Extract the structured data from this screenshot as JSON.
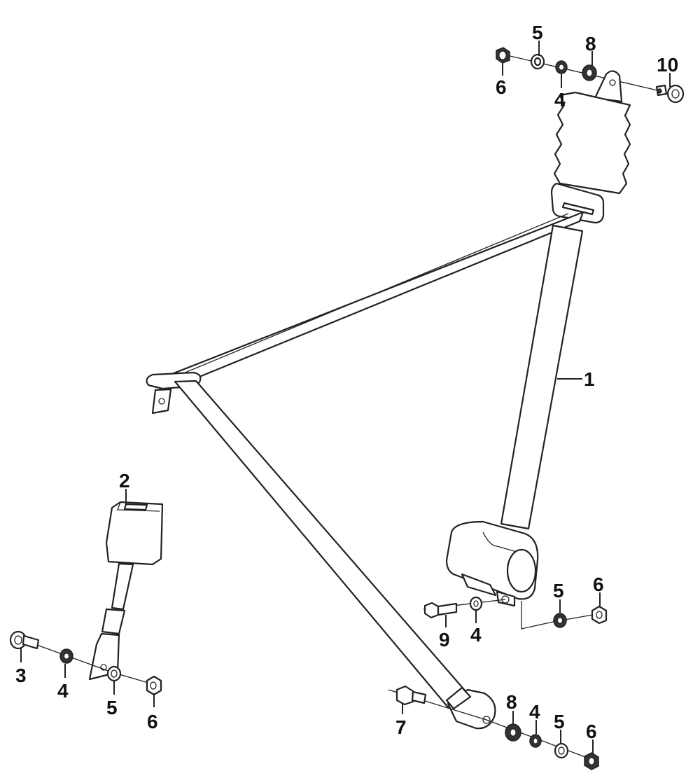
{
  "diagram": {
    "callouts": [
      {
        "id": "c-top-5",
        "text": "5"
      },
      {
        "id": "c-top-8",
        "text": "8"
      },
      {
        "id": "c-top-10",
        "text": "10"
      },
      {
        "id": "c-top-6",
        "text": "6"
      },
      {
        "id": "c-top-4",
        "text": "4"
      },
      {
        "id": "c-1",
        "text": "1"
      },
      {
        "id": "c-2",
        "text": "2"
      },
      {
        "id": "c-ret-6",
        "text": "6"
      },
      {
        "id": "c-ret-5",
        "text": "5"
      },
      {
        "id": "c-ret-9",
        "text": "9"
      },
      {
        "id": "c-ret-4",
        "text": "4"
      },
      {
        "id": "c-buckle-3",
        "text": "3"
      },
      {
        "id": "c-buckle-4",
        "text": "4"
      },
      {
        "id": "c-buckle-5",
        "text": "5"
      },
      {
        "id": "c-buckle-6",
        "text": "6"
      },
      {
        "id": "c-low-7",
        "text": "7"
      },
      {
        "id": "c-low-8",
        "text": "8"
      },
      {
        "id": "c-low-4",
        "text": "4"
      },
      {
        "id": "c-low-5",
        "text": "5"
      },
      {
        "id": "c-low-6",
        "text": "6"
      }
    ]
  }
}
